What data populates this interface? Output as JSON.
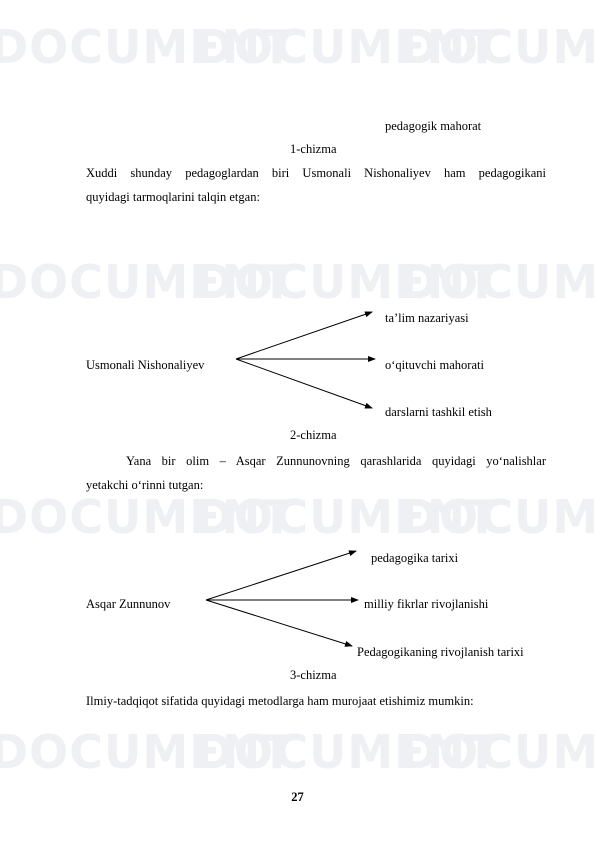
{
  "watermark": {
    "text": "DOCUMENT"
  },
  "top": {
    "label": "pedagogik mahorat",
    "caption1": "1-chizma"
  },
  "para1": {
    "line1": "Xuddi shunday pedagoglardan biri Usmonali Nishonaliyev ham pedagogikani",
    "line2": "quyidagi tarmoqlarini talqin etgan:"
  },
  "diagram2": {
    "source": "Usmonali Nishonaliyev",
    "targets": [
      "ta’lim nazariyasi",
      "o‘qituvchi mahorati",
      "darslarni tashkil etish"
    ],
    "caption": "2-chizma"
  },
  "para2": {
    "line1": "Yana bir olim – Asqar Zunnunovning qarashlarida quyidagi yo‘nalishlar",
    "line2": "yetakchi o‘rinni tutgan:"
  },
  "diagram3": {
    "source": "Asqar Zunnunov",
    "targets": [
      "pedagogika tarixi",
      "milliy fikrlar rivojlanishi",
      "Pedagogikaning rivojlanish tarixi"
    ],
    "caption": "3-chizma"
  },
  "para3": {
    "line1": "Ilmiy-tadqiqot sifatida quyidagi metodlarga ham murojaat etishimiz mumkin:"
  },
  "page_number": "27"
}
